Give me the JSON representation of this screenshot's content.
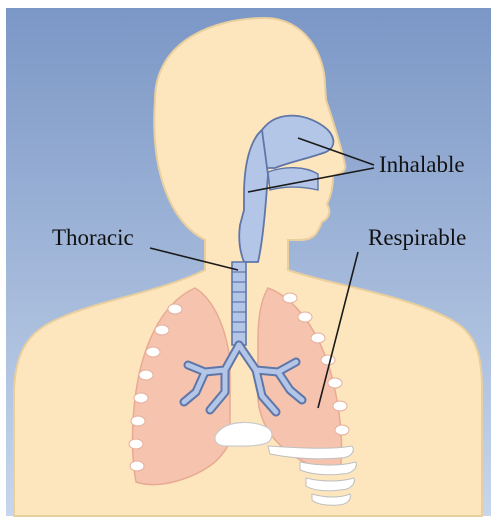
{
  "labels": {
    "inhalable": "Inhalable",
    "thoracic": "Thoracic",
    "respirable": "Respirable"
  },
  "colors": {
    "background_top": "#7b97c6",
    "background_bottom": "#c3d3ea",
    "skin": "#fde6bd",
    "skin_outline": "#e9cf9e",
    "airway": "#b3c6e8",
    "airway_outline": "#5f76a8",
    "lung": "#f6c4ae",
    "alveoli": "#ffffff",
    "text": "#111111"
  }
}
